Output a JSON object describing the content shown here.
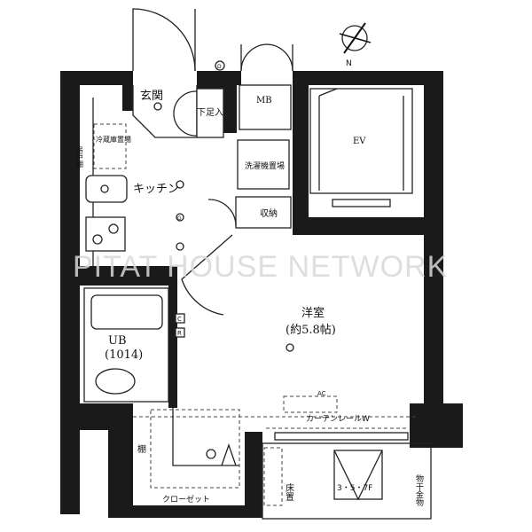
{
  "watermark": "PITAT HOUSE NETWORK",
  "compass": {
    "label": "N"
  },
  "markers": {
    "door_marker": "D"
  },
  "rooms": {
    "entrance": "玄関",
    "shoe_storage": "下足入",
    "meter_box": "MB",
    "elevator": "EV",
    "fridge_space": "冷蔵庫置場",
    "hanging_cabinet": "吊戸棚",
    "kitchen": "キッチン",
    "washer_space": "洗濯機置場",
    "storage": "収納",
    "western_room": "洋室",
    "western_room_size": "(約5.8帖)",
    "unit_bath": "UB",
    "unit_bath_size": "(1014)",
    "shelf": "棚",
    "closet": "クローゼット",
    "floor_placement": "床置",
    "floors_note": "3・5・7F",
    "laundry_hardware": "物干金物"
  },
  "fixtures": {
    "c": "C",
    "r": "R",
    "ac": "AC",
    "curtain_rail": "カーテンレールW",
    "gas": "G"
  }
}
